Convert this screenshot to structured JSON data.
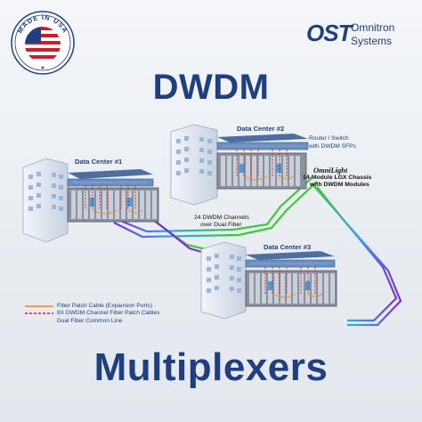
{
  "headline": {
    "top": "DWDM",
    "bottom": "Multiplexers"
  },
  "brand": {
    "mark": "OST",
    "name_line1": "Omnitron",
    "name_line2": "Systems",
    "color": "#1e3f80"
  },
  "seal": {
    "text": "MADE IN USA",
    "star": "★"
  },
  "diagram": {
    "data_centers": [
      {
        "label": "Data Center #1"
      },
      {
        "label": "Data Center #2"
      },
      {
        "label": "Data Center #3"
      }
    ],
    "router_label_line1": "Router / Switch",
    "router_label_line2": "with DWDM SFPs",
    "chassis_label_line1": "OmniLight",
    "chassis_label_line2": "14-Module LGX Chassis",
    "chassis_label_line3": "with DWDM Modules",
    "channels_label_line1": "24 DWDM Channels",
    "channels_label_line2": "over Dual Fiber"
  },
  "legend": [
    {
      "label": "Fiber Patch Cable (Expansion Ports)",
      "color": "#f08a1c",
      "style": "solid"
    },
    {
      "label": "8X DWDM Channel Fiber Patch Cables",
      "color": "#d0202a",
      "style": "dashed"
    },
    {
      "label": "Dual Fiber Common Line",
      "color": "#7a2fd0",
      "style": "gradient"
    }
  ],
  "colors": {
    "accent": "#1e3f80",
    "fiber_orange": "#f08a1c",
    "fiber_red": "#d0202a",
    "fiber_green": "#3cc83c"
  }
}
